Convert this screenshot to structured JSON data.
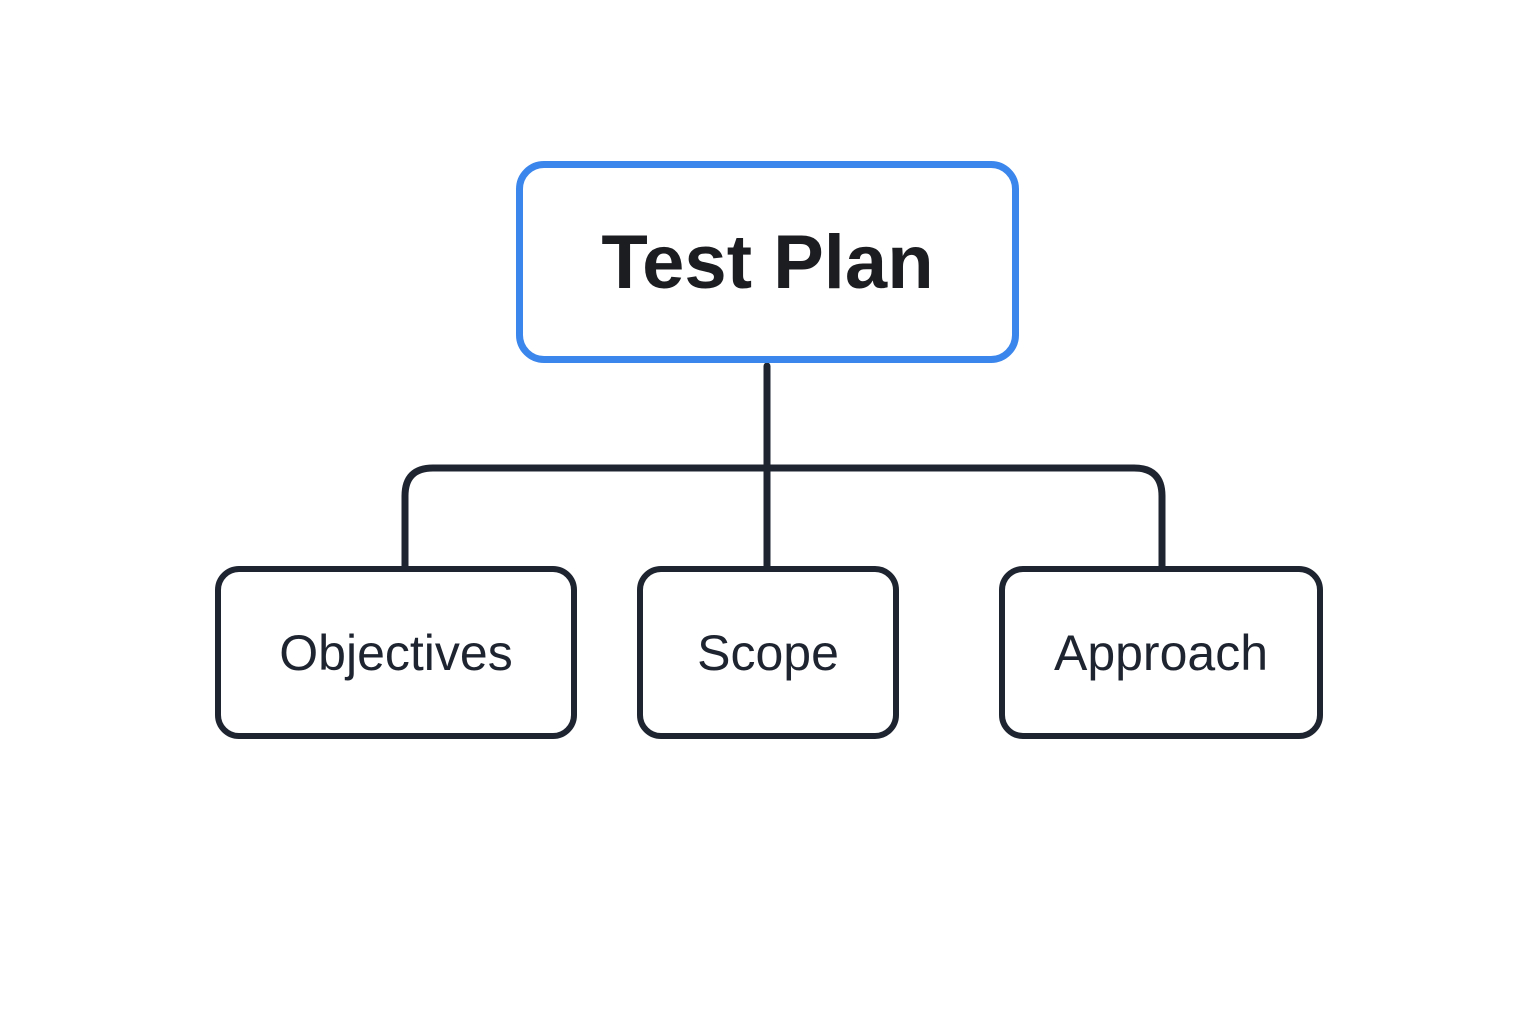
{
  "diagram": {
    "root": {
      "label": "Test Plan"
    },
    "children": [
      {
        "label": "Objectives"
      },
      {
        "label": "Scope"
      },
      {
        "label": "Approach"
      }
    ],
    "colors": {
      "root_border": "#3b86ec",
      "child_border": "#1f2530",
      "connector": "#1f2530",
      "text": "#1f2228",
      "background": "#ffffff"
    }
  }
}
